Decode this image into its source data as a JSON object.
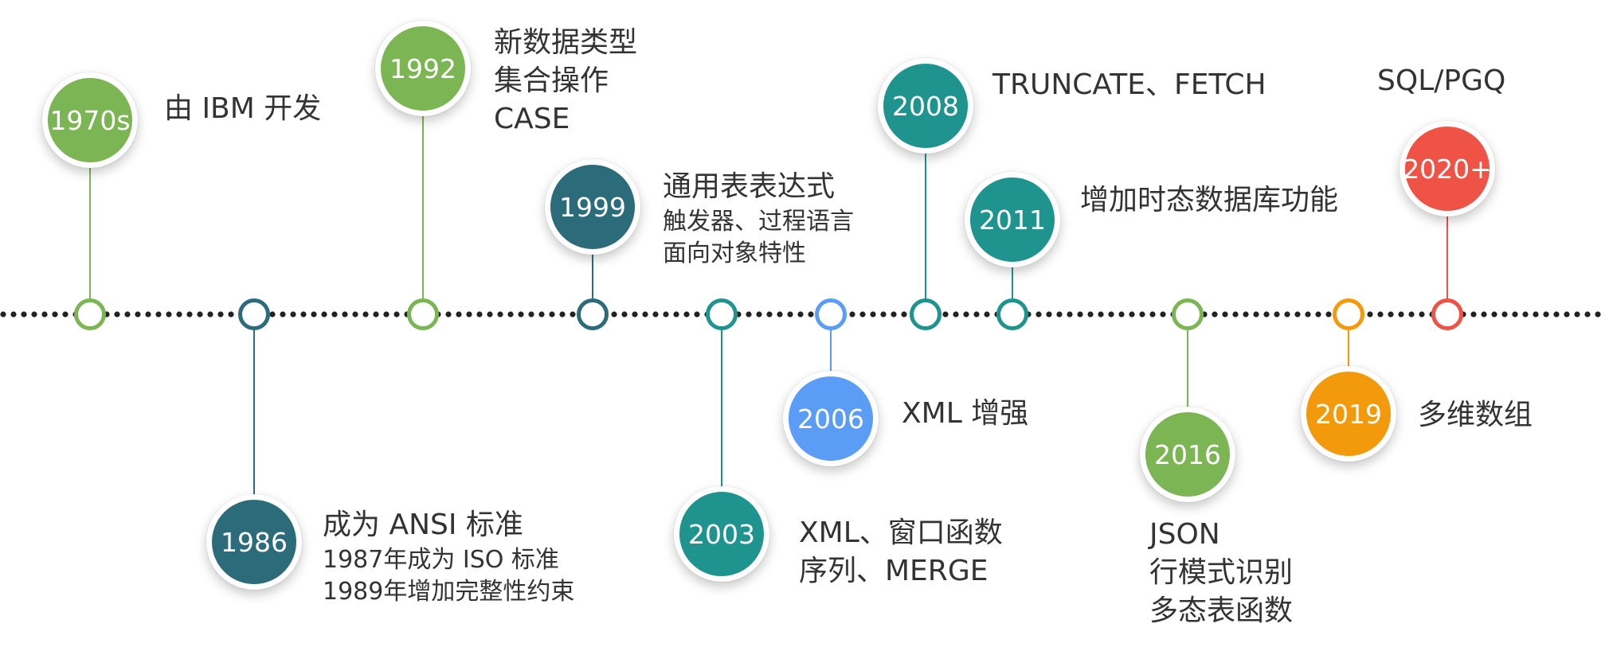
{
  "colors": {
    "green": "#7cb554",
    "dark_teal": "#2c6b7a",
    "teal": "#1f948f",
    "blue": "#5b9cf6",
    "orange": "#f29a0c",
    "red": "#ef5346",
    "dots": "#222222",
    "text": "#333333"
  },
  "events": [
    {
      "year": "1970s",
      "color": "green",
      "lines": [
        {
          "text": "由 IBM 开发",
          "size": "big"
        }
      ]
    },
    {
      "year": "1986",
      "color": "dark_teal",
      "lines": [
        {
          "text": "成为 ANSI 标准",
          "size": "big"
        },
        {
          "text": "1987年成为 ISO 标准",
          "size": "small"
        },
        {
          "text": "1989年增加完整性约束",
          "size": "small"
        }
      ]
    },
    {
      "year": "1992",
      "color": "green",
      "lines": [
        {
          "text": "新数据类型",
          "size": "big"
        },
        {
          "text": "集合操作",
          "size": "big"
        },
        {
          "text": "CASE",
          "size": "big"
        }
      ]
    },
    {
      "year": "1999",
      "color": "dark_teal",
      "lines": [
        {
          "text": "通用表表达式",
          "size": "big"
        },
        {
          "text": "触发器、过程语言",
          "size": "small"
        },
        {
          "text": "面向对象特性",
          "size": "small"
        }
      ]
    },
    {
      "year": "2003",
      "color": "teal",
      "lines": [
        {
          "text": "XML、窗口函数",
          "size": "big"
        },
        {
          "text": "序列、MERGE",
          "size": "big"
        }
      ]
    },
    {
      "year": "2006",
      "color": "blue",
      "lines": [
        {
          "text": "XML 增强",
          "size": "big"
        }
      ]
    },
    {
      "year": "2008",
      "color": "teal",
      "lines": [
        {
          "text": "TRUNCATE、FETCH",
          "size": "big"
        }
      ]
    },
    {
      "year": "2011",
      "color": "teal",
      "lines": [
        {
          "text": "增加时态数据库功能",
          "size": "big"
        }
      ]
    },
    {
      "year": "2016",
      "color": "green",
      "lines": [
        {
          "text": "JSON",
          "size": "big"
        },
        {
          "text": "行模式识别",
          "size": "big"
        },
        {
          "text": "多态表函数",
          "size": "big"
        }
      ]
    },
    {
      "year": "2019",
      "color": "orange",
      "lines": [
        {
          "text": "多维数组",
          "size": "big"
        }
      ]
    },
    {
      "year": "2020+",
      "color": "red",
      "lines": [
        {
          "text": "SQL/PGQ",
          "size": "big"
        }
      ]
    }
  ]
}
